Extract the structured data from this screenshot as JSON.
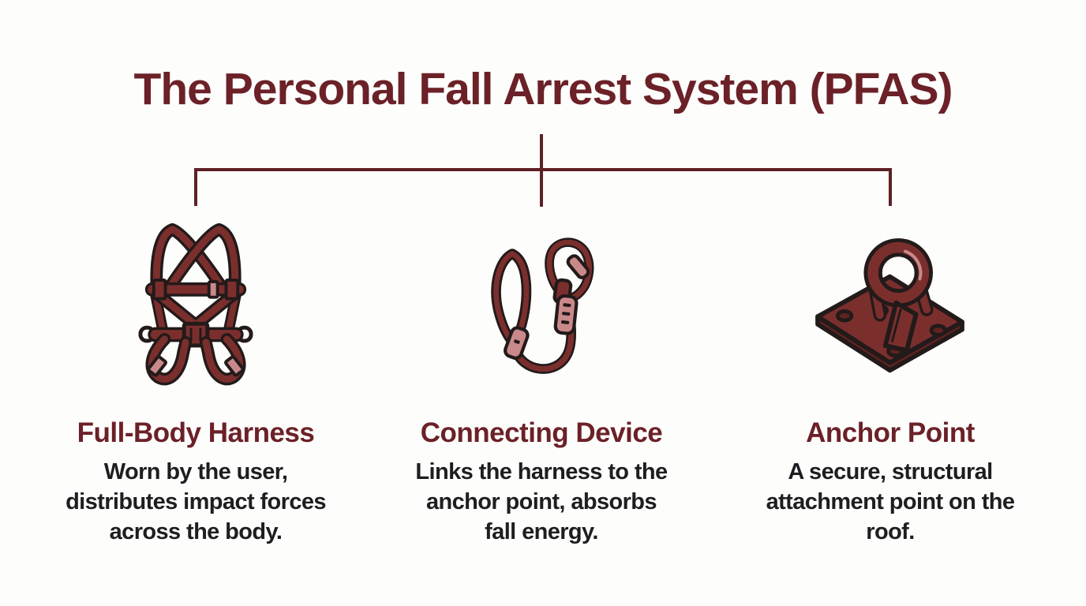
{
  "colors": {
    "bg": "#fdfdfc",
    "maroon": "#6b2127",
    "line": "#5e2025",
    "text": "#1e1d20",
    "icon_fill": "#7b2f2d",
    "icon_dark": "#5f2321",
    "icon_accent": "#c9898a",
    "icon_outline": "#231a1a"
  },
  "title": "The Personal Fall Arrest System (PFAS)",
  "components": [
    {
      "heading": "Full-Body Harness",
      "icon": "full-body-harness-icon",
      "description_lines": [
        "Worn by the user,",
        "distributes impact forces",
        "across the body."
      ]
    },
    {
      "heading": "Connecting Device",
      "icon": "connecting-device-icon",
      "description_lines": [
        "Links the harness to the",
        "anchor point, absorbs",
        "fall energy."
      ]
    },
    {
      "heading": "Anchor Point",
      "icon": "anchor-point-icon",
      "description_lines": [
        "A secure, structural",
        "attachment point on the",
        "roof."
      ]
    }
  ]
}
